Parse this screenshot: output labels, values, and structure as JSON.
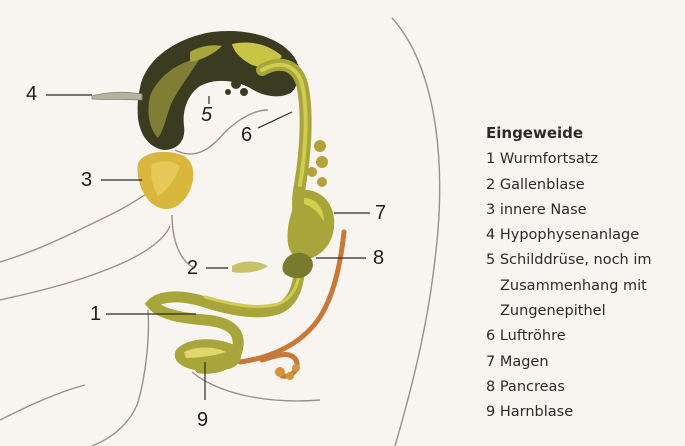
{
  "labels": {
    "l1": "1",
    "l2": "2",
    "l3": "3",
    "l4": "4",
    "l5": "5",
    "l6": "6",
    "l7": "7",
    "l8": "8",
    "l9": "9"
  },
  "legend": {
    "title": "Eingeweide",
    "items": [
      "1 Wurmfortsatz",
      "2 Gallenblase",
      "3 innere Nase",
      "4 Hypophysenanlage",
      "5 Schilddrüse, noch im",
      "Zusammenhang mit",
      "Zungenepithel",
      "6 Luftröhre",
      "7 Magen",
      "8 Pancreas",
      "9 Harnblase"
    ]
  },
  "colors": {
    "background": "#f8f5f1",
    "organ_green": "#a8a63a",
    "organ_dark": "#3a3a22",
    "organ_highlight": "#d6d24a",
    "pancreas_orange": "#c87838",
    "outline": "#9a8f86"
  }
}
